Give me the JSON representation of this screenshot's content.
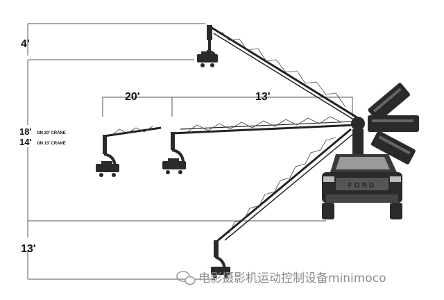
{
  "labels": {
    "top_height": "4'",
    "span_20": "20'",
    "span_13": "13'",
    "height_18": "18'",
    "height_18_note": "ON 20' CRANE",
    "height_14": "14'",
    "height_14_note": "ON 13' CRANE",
    "bottom_height": "13'"
  },
  "watermark": {
    "text": "电影摄影机运动控制设备minimoco"
  },
  "colors": {
    "line": "#555555",
    "ink": "#111111",
    "watermark": "#8a8a8a"
  },
  "icons": {
    "watermark_logo": "wechat-icon"
  }
}
